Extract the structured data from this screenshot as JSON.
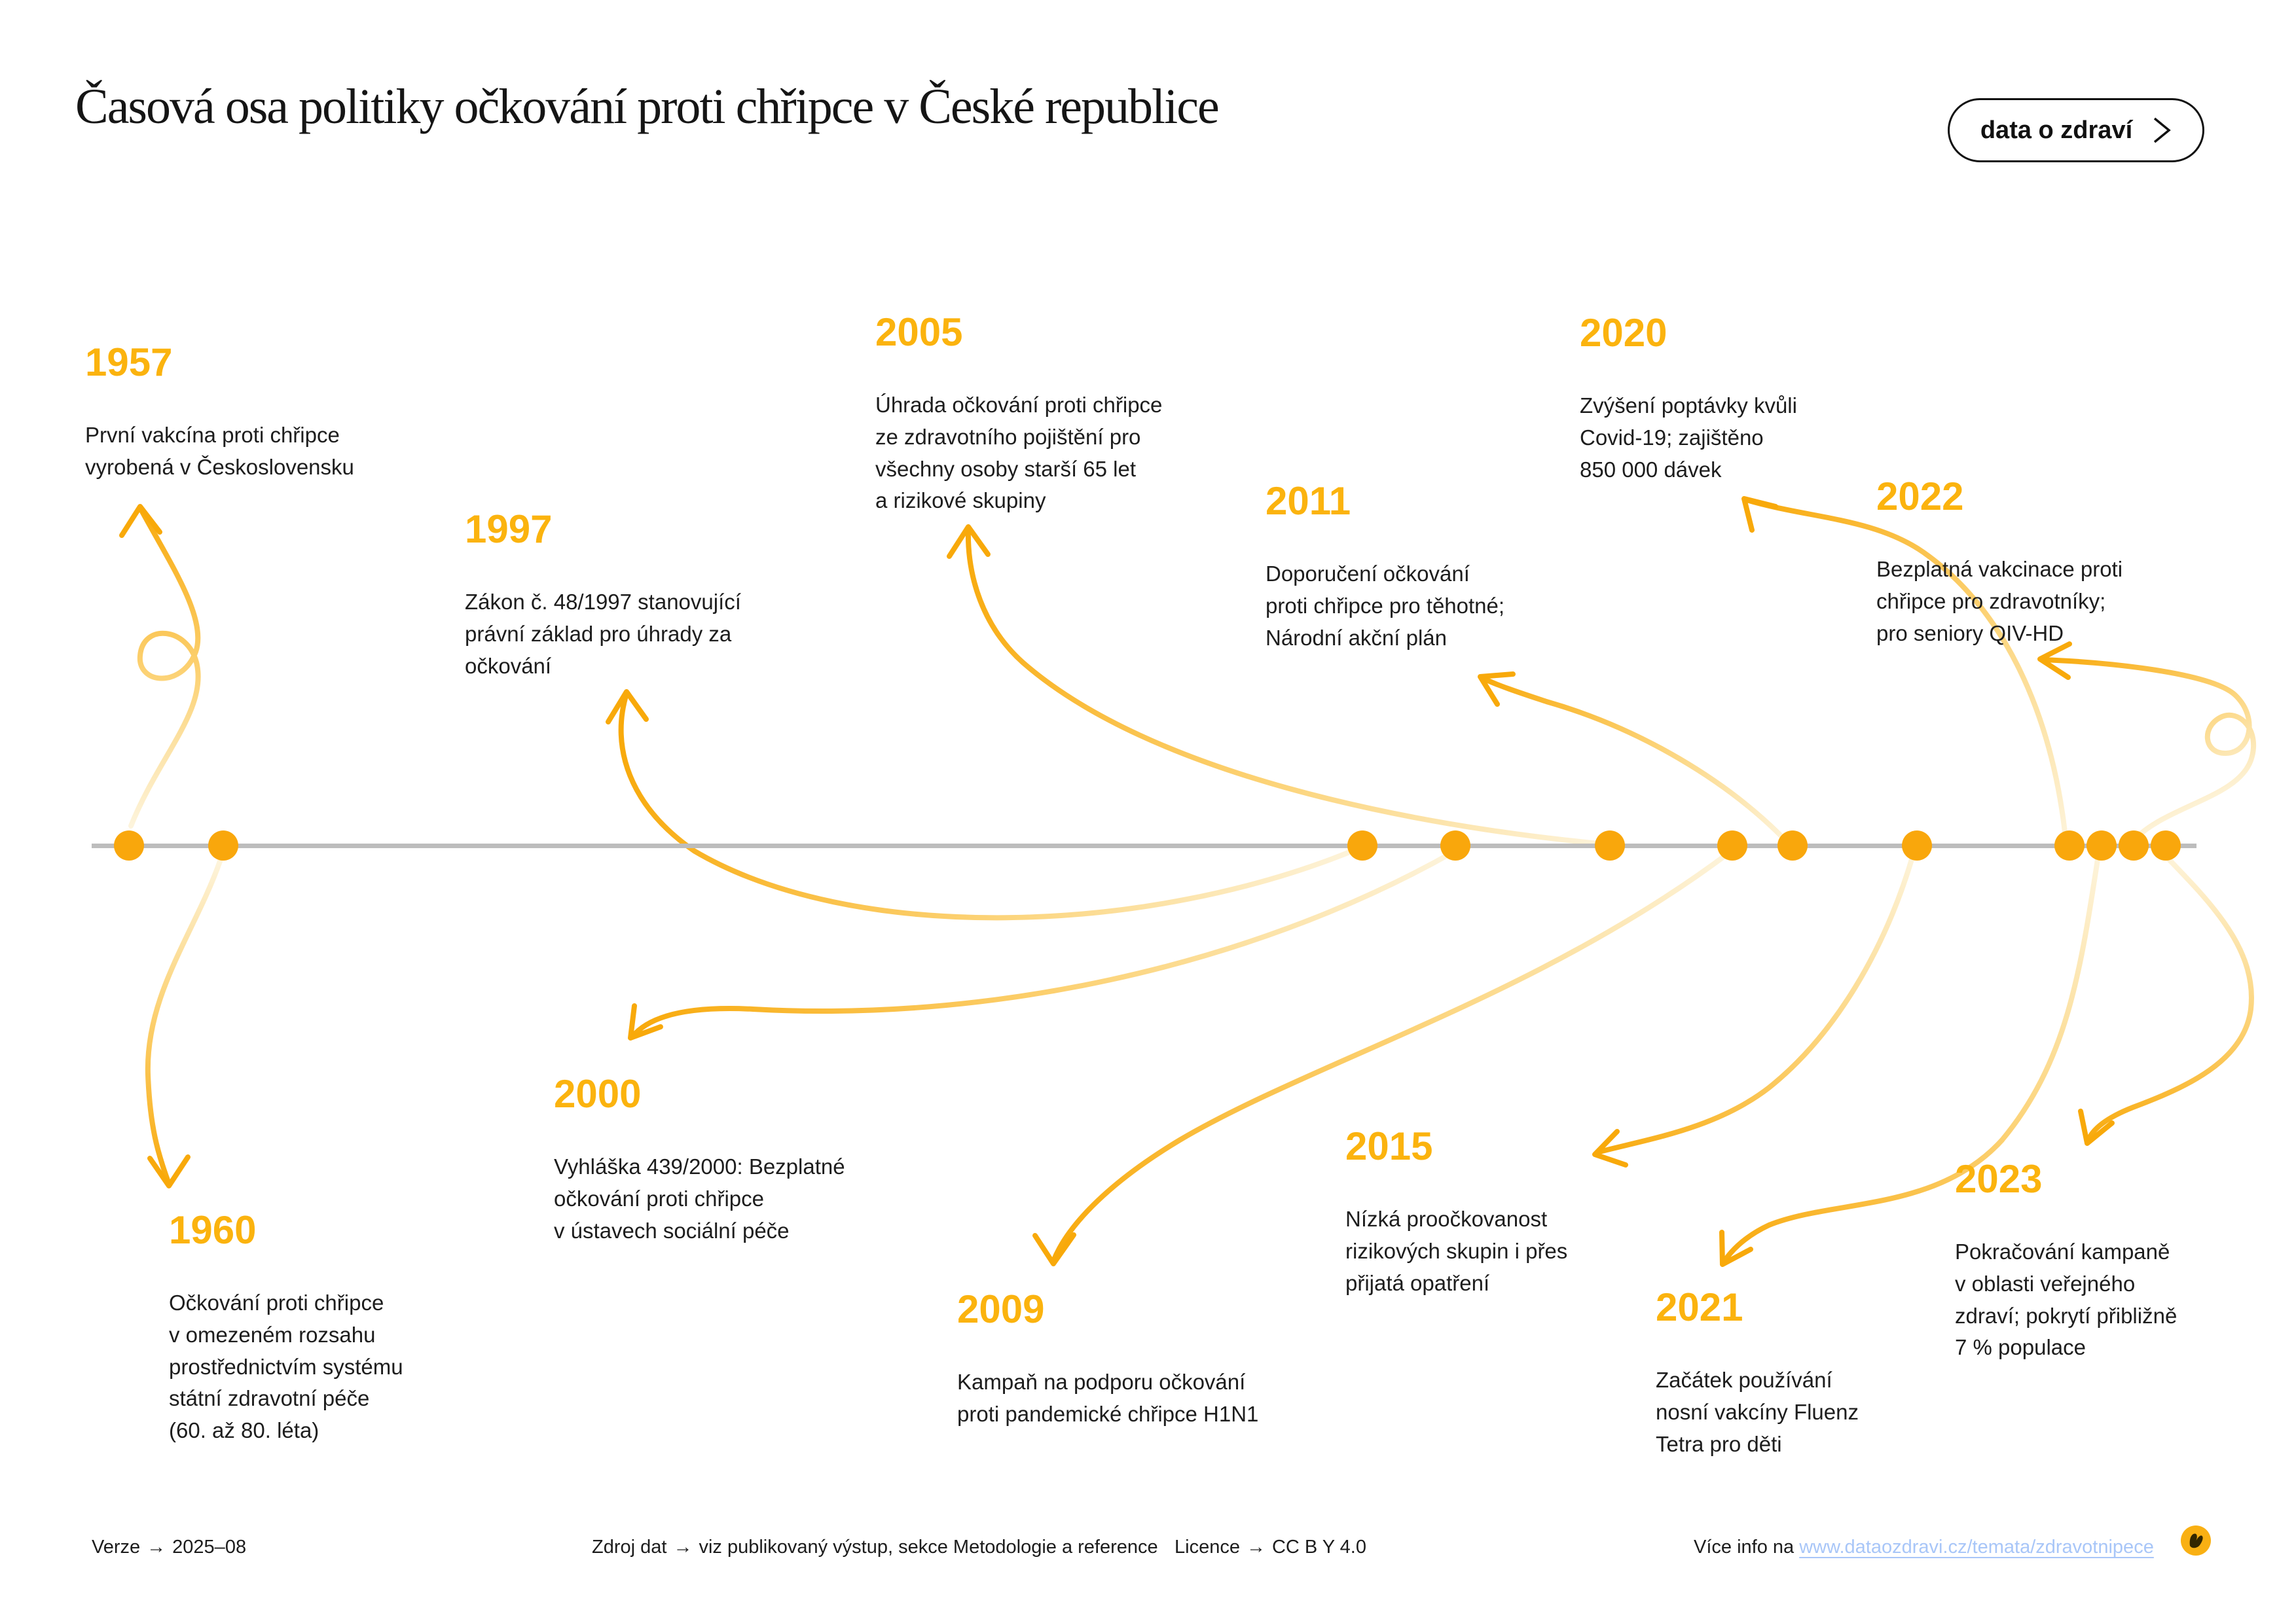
{
  "title": "Časová osa politiky očkování proti chřipce v České republice",
  "header_button": {
    "label": "data o zdraví",
    "chevron": ">"
  },
  "colors": {
    "accent_yellow": "#F8A90A",
    "year_label": "#FBB30E",
    "dot": "#F9A70C",
    "timeline_line": "#BDBDBD",
    "body_text": "#1D1D1D",
    "link_blue": "#A8C6F8",
    "background": "#FFFFFF"
  },
  "timeline": {
    "events": [
      {
        "year": "1957",
        "position": "above",
        "text": "První vakcína proti chřipce\nvyrobená v Československu"
      },
      {
        "year": "1960",
        "position": "below",
        "text": "Očkování proti chřipce\nv omezeném rozsahu\nprostřednictvím systému\nstátní zdravotní péče\n(60. až 80. léta)"
      },
      {
        "year": "1997",
        "position": "above",
        "text": "Zákon č. 48/1997 stanovující\nprávní základ pro úhrady za\nočkování"
      },
      {
        "year": "2000",
        "position": "below",
        "text": "Vyhláška 439/2000: Bezplatné\nočkování proti chřipce\nv ústavech sociální péče"
      },
      {
        "year": "2005",
        "position": "above",
        "text": "Úhrada očkování proti chřipce\nze zdravotního pojištění pro\nvšechny osoby starší 65 let\na rizikové skupiny"
      },
      {
        "year": "2009",
        "position": "below",
        "text": "Kampaň na podporu očkování\nproti pandemické chřipce H1N1"
      },
      {
        "year": "2011",
        "position": "above",
        "text": "Doporučení očkování\nproti chřipce pro těhotné;\nNárodní akční plán"
      },
      {
        "year": "2015",
        "position": "below",
        "text": "Nízká proočkovanost\nrizikových skupin i přes\npřijatá opatření"
      },
      {
        "year": "2020",
        "position": "above",
        "text": "Zvýšení poptávky kvůli\nCovid-19; zajištěno\n850 000 dávek"
      },
      {
        "year": "2021",
        "position": "below",
        "text": "Začátek používání\nnosní vakcíny Fluenz\nTetra pro děti"
      },
      {
        "year": "2022",
        "position": "above",
        "text": "Bezplatná vakcinace proti\nchřipce pro zdravotníky;\npro seniory QIV-HD"
      },
      {
        "year": "2023",
        "position": "below",
        "text": "Pokračování kampaně\nv oblasti veřejného\nzdraví; pokrytí přibližně\n7 % populace"
      }
    ]
  },
  "footer": {
    "arrow_glyph": "→",
    "version_label": "Verze",
    "version_value": "2025–08",
    "source_label": "Zdroj dat",
    "source_value": "viz publikovaný výstup, sekce Metodologie a reference",
    "license_label": "Licence",
    "license_value": "CC B Y 4.0",
    "info_prefix": "Více info na",
    "info_link_text": "www.dataozdravi.cz/temata/zdravotnipece"
  }
}
